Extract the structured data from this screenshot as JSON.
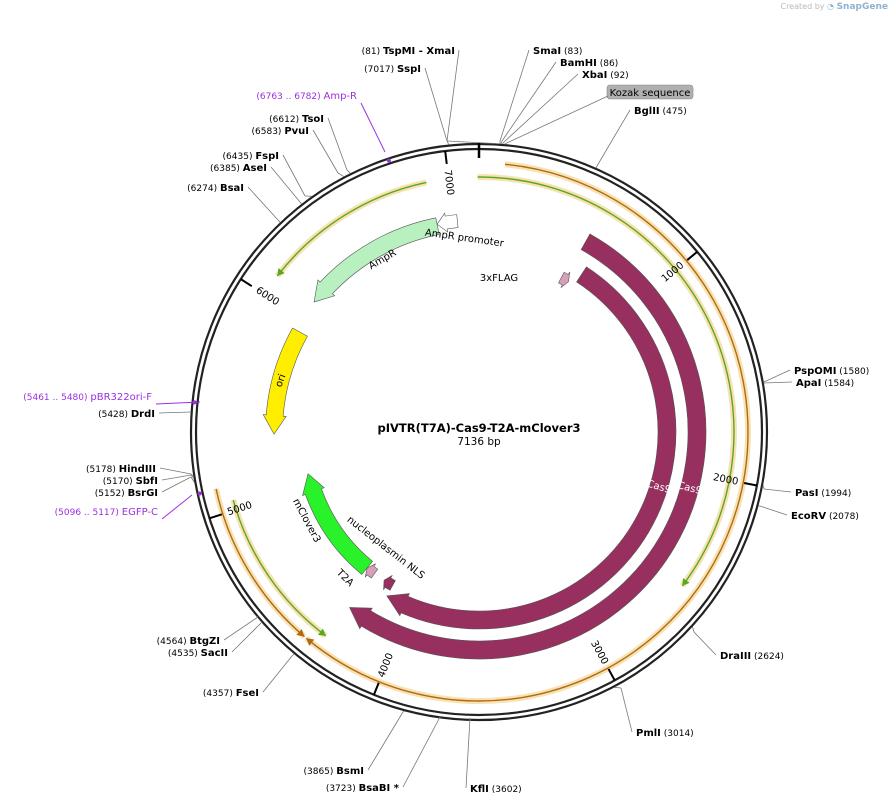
{
  "credit": {
    "created_by": "Created by",
    "brand": "SnapGene"
  },
  "plasmid": {
    "name": "pIVTR(T7A)-Cas9-T2A-mClover3",
    "length_label": "7136 bp",
    "length_bp": 7136
  },
  "colors": {
    "backbone": "#222222",
    "cas9": "#97305f",
    "ampr": "#b8f0c0",
    "ampr_promoter": "#ffffff",
    "ori": "#ffee00",
    "mclover3": "#2af22a",
    "t2a_flag": "#d8a0b8",
    "orf_line": "#5aa820",
    "orf_glow": "#f6d9a0",
    "orange_line": "#b06a10",
    "primer": "#9b30e0",
    "label_box": "#b0b0b0"
  },
  "ticks": [
    {
      "bp": 1000,
      "label": "1000"
    },
    {
      "bp": 2000,
      "label": "2000"
    },
    {
      "bp": 3000,
      "label": "3000"
    },
    {
      "bp": 4000,
      "label": "4000"
    },
    {
      "bp": 5000,
      "label": "5000"
    },
    {
      "bp": 6000,
      "label": "6000"
    },
    {
      "bp": 7000,
      "label": "7000"
    }
  ],
  "features": [
    {
      "id": "cas9-outer",
      "label": "Cas9",
      "start": 580,
      "end": 4290,
      "strand": 1,
      "ring": "outer"
    },
    {
      "id": "cas9-inner",
      "label": "Cas9",
      "start": 655,
      "end": 4150,
      "strand": 1,
      "ring": "inner"
    },
    {
      "id": "flag",
      "label": "3xFLAG",
      "start": 556,
      "end": 610,
      "strand": 1
    },
    {
      "id": "nls",
      "label": "nucleoplasmin NLS",
      "start": 4150,
      "end": 4215,
      "strand": 1
    },
    {
      "id": "t2a",
      "label": "T2A",
      "start": 4290,
      "end": 4350,
      "strand": 1
    },
    {
      "id": "mclover3",
      "label": "mClover3",
      "start": 4350,
      "end": 5080,
      "strand": 1
    },
    {
      "id": "ori",
      "label": "ori",
      "start": 5340,
      "end": 5930,
      "strand": -1
    },
    {
      "id": "ampr",
      "label": "AmpR",
      "start": 6110,
      "end": 6910,
      "strand": -1
    },
    {
      "id": "ampr-promoter",
      "label": "AmpR promoter",
      "start": 6910,
      "end": 7020,
      "strand": -1
    }
  ],
  "orfs": [
    {
      "start": 7130,
      "end": 2520,
      "strand": 1,
      "ring": "green"
    },
    {
      "start": 4300,
      "end": 5045,
      "strand": -1,
      "ring": "green"
    },
    {
      "start": 6100,
      "end": 6900,
      "strand": -1,
      "ring": "green"
    },
    {
      "start": 110,
      "end": 4360,
      "strand": 1,
      "ring": "orange"
    },
    {
      "start": 4370,
      "end": 5110,
      "strand": -1,
      "ring": "orange"
    }
  ],
  "sites": [
    {
      "pos": "(81)",
      "name": "TspMI",
      "suffix": " - XmaI",
      "bp": 81
    },
    {
      "pos": "(83)",
      "name": "SmaI",
      "suffix": "",
      "bp": 83
    },
    {
      "pos": "(86)",
      "name": "BamHI",
      "suffix": "",
      "bp": 86
    },
    {
      "pos": "(92)",
      "name": "XbaI",
      "suffix": "",
      "bp": 92
    },
    {
      "pos": "(475)",
      "name": "BglII",
      "suffix": "",
      "bp": 475
    },
    {
      "pos": "(1580)",
      "name": "PspOMI",
      "suffix": "",
      "bp": 1580
    },
    {
      "pos": "(1584)",
      "name": "ApaI",
      "suffix": "",
      "bp": 1584
    },
    {
      "pos": "(1994)",
      "name": "PasI",
      "suffix": "",
      "bp": 1994
    },
    {
      "pos": "(2078)",
      "name": "EcoRV",
      "suffix": "",
      "bp": 2078
    },
    {
      "pos": "(2624)",
      "name": "DraIII",
      "suffix": "",
      "bp": 2624
    },
    {
      "pos": "(3014)",
      "name": "PmlI",
      "suffix": "",
      "bp": 3014
    },
    {
      "pos": "(3602)",
      "name": "KflI",
      "suffix": "",
      "bp": 3602
    },
    {
      "pos": "(3723)",
      "name": "BsaBI",
      "suffix": " *",
      "bp": 3723
    },
    {
      "pos": "(3865)",
      "name": "BsmI",
      "suffix": "",
      "bp": 3865
    },
    {
      "pos": "(4357)",
      "name": "FseI",
      "suffix": "",
      "bp": 4357
    },
    {
      "pos": "(4535)",
      "name": "SacII",
      "suffix": "",
      "bp": 4535
    },
    {
      "pos": "(4564)",
      "name": "BtgZI",
      "suffix": "",
      "bp": 4564
    },
    {
      "pos": "(5152)",
      "name": "BsrGI",
      "suffix": "",
      "bp": 5152
    },
    {
      "pos": "(5170)",
      "name": "SbfI",
      "suffix": "",
      "bp": 5170
    },
    {
      "pos": "(5178)",
      "name": "HindIII",
      "suffix": "",
      "bp": 5178
    },
    {
      "pos": "(5428)",
      "name": "DrdI",
      "suffix": "",
      "bp": 5428
    },
    {
      "pos": "(6274)",
      "name": "BsaI",
      "suffix": "",
      "bp": 6274
    },
    {
      "pos": "(6385)",
      "name": "AseI",
      "suffix": "",
      "bp": 6385
    },
    {
      "pos": "(6435)",
      "name": "FspI",
      "suffix": "",
      "bp": 6435
    },
    {
      "pos": "(6583)",
      "name": "PvuI",
      "suffix": "",
      "bp": 6583
    },
    {
      "pos": "(6612)",
      "name": "TsoI",
      "suffix": "",
      "bp": 6612
    },
    {
      "pos": "(7017)",
      "name": "SspI",
      "suffix": "",
      "bp": 7017
    }
  ],
  "primers": [
    {
      "range": "(6763 .. 6782)",
      "name": "Amp-R",
      "bp": 6772
    },
    {
      "range": "(5461 .. 5480)",
      "name": "pBR322ori-F",
      "bp": 5470
    },
    {
      "range": "(5096 .. 5117)",
      "name": "EGFP-C",
      "bp": 5106
    }
  ],
  "misc_label": {
    "text": "Kozak sequence",
    "bp": 100
  }
}
